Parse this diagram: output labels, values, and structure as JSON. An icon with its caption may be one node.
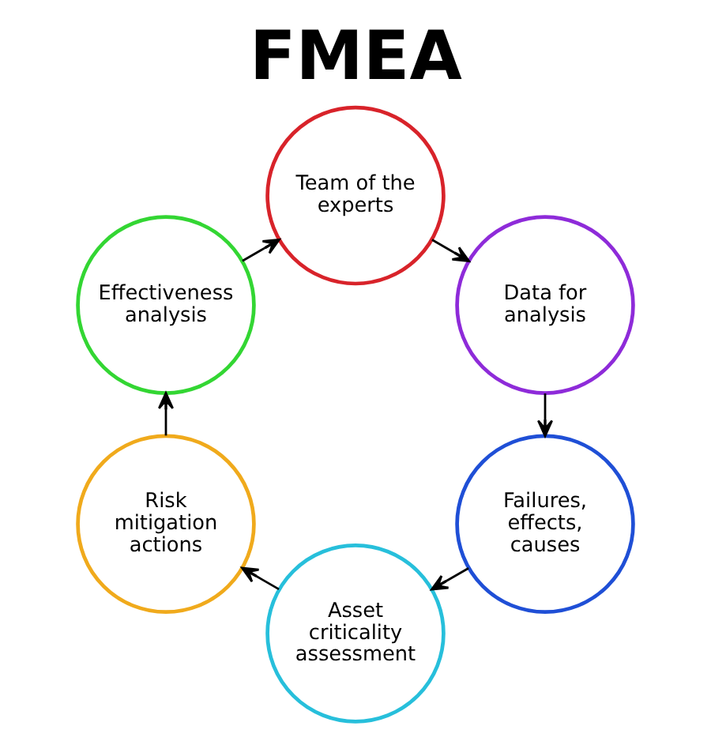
{
  "diagram": {
    "title": "FMEA",
    "nodes": [
      {
        "text": [
          "Team of the experts"
        ]
      },
      {
        "text": [
          "Effectiveness analysis"
        ]
      },
      {
        "text": [
          "Data for analysis"
        ]
      },
      {
        "text": [
          "Risk mitigation actions"
        ]
      },
      {
        "text": [
          "Failures, effects, causes"
        ]
      },
      {
        "text": [
          "Asset criticality assessment"
        ]
      }
    ],
    "edges": [
      {
        "from": 0,
        "to": 2,
        "arrow": "to"
      },
      {
        "from": 2,
        "to": 4,
        "arrow": "to"
      },
      {
        "from": 4,
        "to": 5,
        "arrow": "to"
      },
      {
        "from": 5,
        "to": 3,
        "arrow": "to"
      },
      {
        "from": 3,
        "to": 1,
        "arrow": "to"
      },
      {
        "from": 1,
        "to": 0,
        "arrow": "to"
      }
    ]
  }
}
